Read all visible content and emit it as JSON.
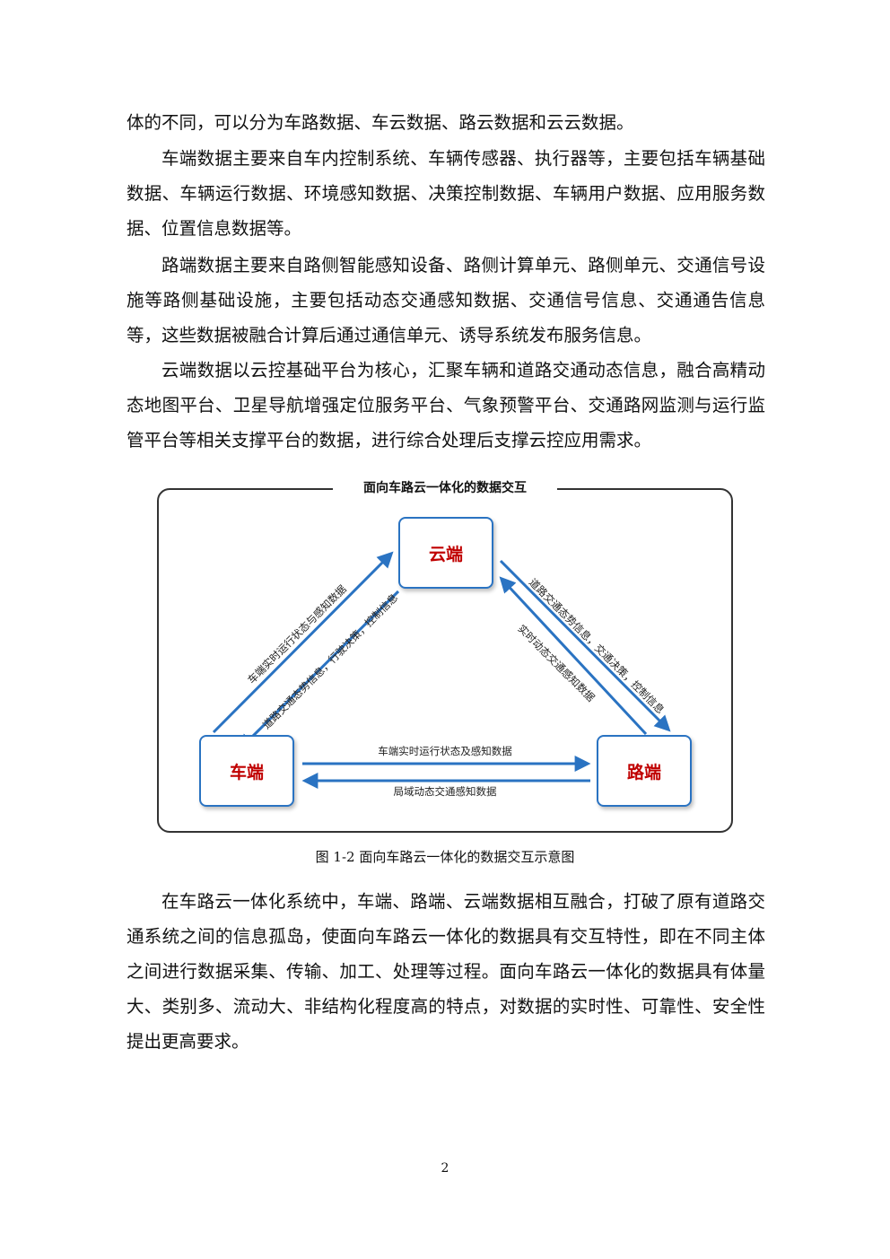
{
  "paragraphs": [
    "体的不同，可以分为车路数据、车云数据、路云数据和云云数据。",
    "车端数据主要来自车内控制系统、车辆传感器、执行器等，主要包括车辆基础数据、车辆运行数据、环境感知数据、决策控制数据、车辆用户数据、应用服务数据、位置信息数据等。",
    "路端数据主要来自路侧智能感知设备、路侧计算单元、路侧单元、交通信号设施等路侧基础设施，主要包括动态交通感知数据、交通信号信息、交通通告信息等，这些数据被融合计算后通过通信单元、诱导系统发布服务信息。",
    "云端数据以云控基础平台为核心，汇聚车辆和道路交通动态信息，融合高精动态地图平台、卫星导航增强定位服务平台、气象预警平台、交通路网监测与运行监管平台等相关支撑平台的数据，进行综合处理后支撑云控应用需求。",
    "在车路云一体化系统中，车端、路端、云端数据相互融合，打破了原有道路交通系统之间的信息孤岛，使面向车路云一体化的数据具有交互特性，即在不同主体之间进行数据采集、传输、加工、处理等过程。面向车路云一体化的数据具有体量大、类别多、流动大、非结构化程度高的特点，对数据的实时性、可靠性、安全性提出更高要求。"
  ],
  "figure": {
    "title": "面向车路云一体化的数据交互",
    "nodes": {
      "cloud": "云端",
      "car": "车端",
      "road": "路端"
    },
    "labels": {
      "car_to_cloud": "车端实时运行状态与感知数据",
      "cloud_to_car": "道路交通态势信息，行驶决策，控制信息",
      "cloud_to_road": "道路交通态势信息，交通决策，控制信息",
      "road_to_cloud": "实时动态交通感知数据",
      "car_to_road": "车端实时运行状态及感知数据",
      "road_to_car": "局域动态交通感知数据"
    },
    "caption": "图 1-2  面向车路云一体化的数据交互示意图",
    "colors": {
      "node_border": "#2a73c2",
      "node_text": "#c00000",
      "arrow": "#2a73c2"
    }
  },
  "page_number": "2"
}
